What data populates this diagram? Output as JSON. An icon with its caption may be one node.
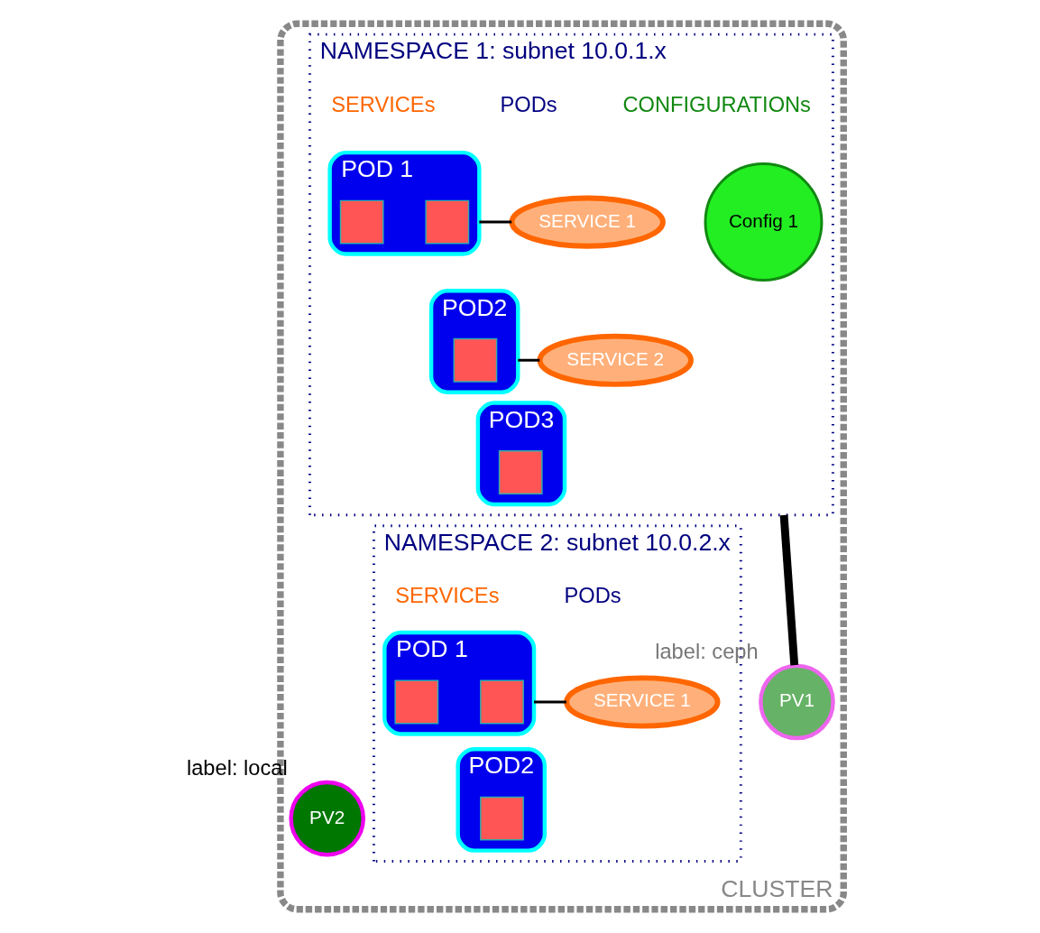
{
  "diagram": {
    "nodes": [
      {
        "text": [
          "CLUSTER"
        ]
      },
      {
        "text": [
          "NAMESPACE 1: subnet 10.0.1.x"
        ],
        "in": 0
      },
      {
        "text": [
          "Config 1"
        ],
        "in": 1
      },
      {
        "text": [
          "POD 1"
        ],
        "in": 1
      },
      {
        "text": [],
        "shape": "box",
        "in": 3
      },
      {
        "text": [],
        "shape": "box",
        "in": 3
      },
      {
        "text": [
          "SERVICE 1"
        ],
        "in": 1
      },
      {
        "text": [
          "POD2"
        ],
        "in": 1
      },
      {
        "text": [],
        "shape": "box",
        "in": 7
      },
      {
        "text": [
          "SERVICE 2"
        ],
        "in": 1
      },
      {
        "text": [
          "POD3"
        ],
        "in": 1
      },
      {
        "text": [],
        "shape": "box",
        "in": 10
      },
      {
        "text": [
          "NAMESPACE 2: subnet 10.0.2.x"
        ],
        "in": 0
      },
      {
        "text": [
          "POD 1"
        ],
        "in": 12
      },
      {
        "text": [],
        "shape": "box",
        "in": 13
      },
      {
        "text": [],
        "shape": "box",
        "in": 13
      },
      {
        "text": [
          "SERVICE 1"
        ],
        "in": 12
      },
      {
        "text": [
          "POD2"
        ],
        "in": 12
      },
      {
        "text": [],
        "shape": "box",
        "in": 17
      },
      {
        "text": [
          "PV1"
        ],
        "in": 0,
        "beside": [
          "label: ceph"
        ]
      },
      {
        "text": [
          "PV2"
        ],
        "in": 0,
        "beside": [
          "label: local"
        ]
      }
    ],
    "edges": [
      {
        "from": 3,
        "to": 6,
        "arrow": "none"
      },
      {
        "from": 7,
        "to": 9,
        "arrow": "none"
      },
      {
        "from": 13,
        "to": 16,
        "arrow": "none"
      },
      {
        "from": 1,
        "to": 19,
        "arrow": "none",
        "style": "thick"
      }
    ],
    "labels": [
      "CONFIGURATIONs",
      "PODs",
      "SERVICEs",
      "PODs",
      "SERVICEs"
    ]
  }
}
